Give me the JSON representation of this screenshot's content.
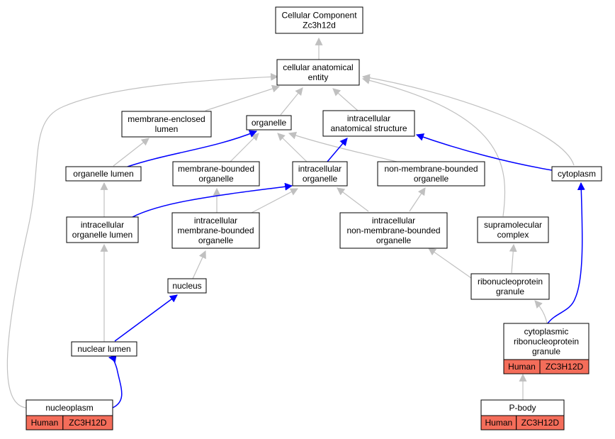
{
  "colors": {
    "edge_gray": "#c0c0c0",
    "edge_blue": "#0000ff",
    "annotation_fill": "#f46d5a",
    "node_border": "#000000"
  },
  "nodes": {
    "root": {
      "lines": [
        "Cellular Component",
        "Zc3h12d"
      ]
    },
    "cae": {
      "lines": [
        "cellular anatomical",
        "entity"
      ]
    },
    "mel": {
      "lines": [
        "membrane-enclosed",
        "lumen"
      ]
    },
    "organelle": {
      "lines": [
        "organelle"
      ]
    },
    "ias": {
      "lines": [
        "intracellular",
        "anatomical structure"
      ]
    },
    "orglumen": {
      "lines": [
        "organelle lumen"
      ]
    },
    "mbo": {
      "lines": [
        "membrane-bounded",
        "organelle"
      ]
    },
    "io": {
      "lines": [
        "intracellular",
        "organelle"
      ]
    },
    "nmbo": {
      "lines": [
        "non-membrane-bounded",
        "organelle"
      ]
    },
    "cytoplasm": {
      "lines": [
        "cytoplasm"
      ]
    },
    "iol": {
      "lines": [
        "intracellular",
        "organelle lumen"
      ]
    },
    "imbo": {
      "lines": [
        "intracellular",
        "membrane-bounded",
        "organelle"
      ]
    },
    "inmbo": {
      "lines": [
        "intracellular",
        "non-membrane-bounded",
        "organelle"
      ]
    },
    "supra": {
      "lines": [
        "supramolecular",
        "complex"
      ]
    },
    "nucleus": {
      "lines": [
        "nucleus"
      ]
    },
    "rnpg": {
      "lines": [
        "ribonucleoprotein",
        "granule"
      ]
    },
    "nuclumen": {
      "lines": [
        "nuclear lumen"
      ]
    },
    "crnpg": {
      "lines": [
        "cytoplasmic",
        "ribonucleoprotein",
        "granule"
      ],
      "annotation": [
        "Human",
        "ZC3H12D"
      ]
    },
    "nucleoplasm": {
      "lines": [
        "nucleoplasm"
      ],
      "annotation": [
        "Human",
        "ZC3H12D"
      ]
    },
    "pbody": {
      "lines": [
        "P-body"
      ],
      "annotation": [
        "Human",
        "ZC3H12D"
      ]
    }
  }
}
